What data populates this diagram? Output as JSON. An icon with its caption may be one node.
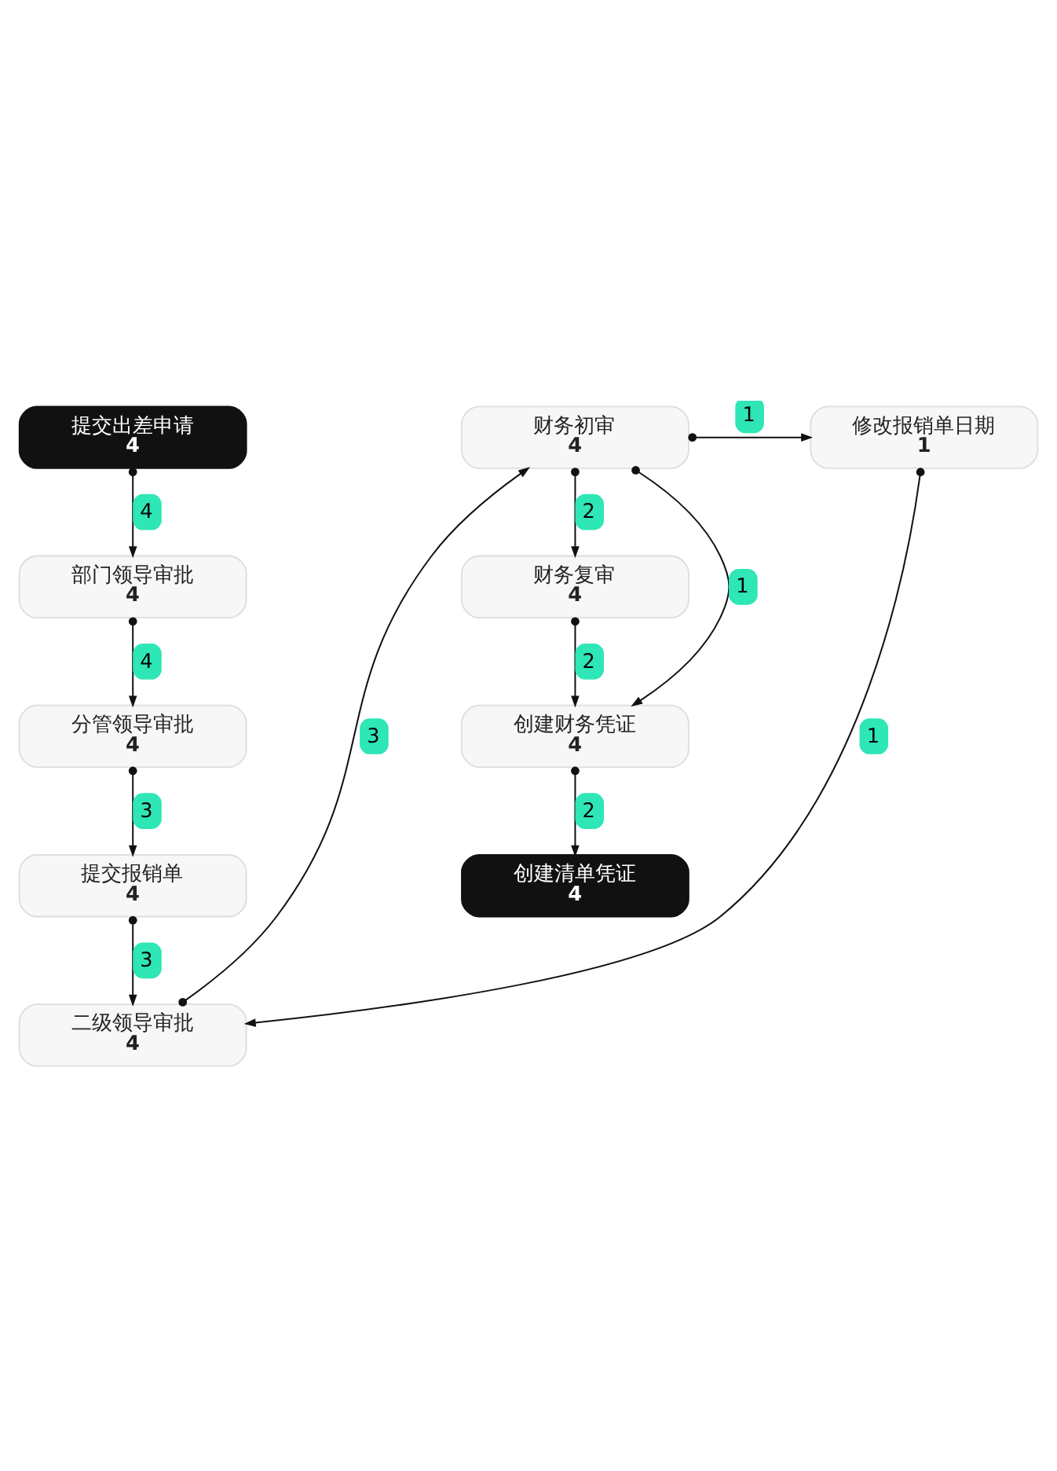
{
  "diagram": {
    "nodes": [
      {
        "text": [
          "提交出差申请",
          "4"
        ]
      },
      {
        "text": [
          "部门领导审批",
          "4"
        ]
      },
      {
        "text": [
          "分管领导审批",
          "4"
        ]
      },
      {
        "text": [
          "提交报销单",
          "4"
        ]
      },
      {
        "text": [
          "二级领导审批",
          "4"
        ]
      },
      {
        "text": [
          "修改报销单日期",
          "1"
        ]
      },
      {
        "text": [
          "财务初审",
          "4"
        ]
      },
      {
        "text": [
          "财务复审",
          "4"
        ]
      },
      {
        "text": [
          "创建财务凭证",
          "4"
        ]
      },
      {
        "text": [
          "创建清单凭证",
          "4"
        ]
      }
    ],
    "edges": [
      {
        "from": 0,
        "to": 1,
        "arrow": "to",
        "label": "4"
      },
      {
        "from": 1,
        "to": 2,
        "arrow": "to",
        "label": "4"
      },
      {
        "from": 2,
        "to": 3,
        "arrow": "to",
        "label": "3"
      },
      {
        "from": 3,
        "to": 4,
        "arrow": "to",
        "label": "3"
      },
      {
        "from": 5,
        "to": 4,
        "arrow": "to",
        "label": "1"
      },
      {
        "from": 4,
        "to": 6,
        "arrow": "to",
        "label": "3"
      },
      {
        "from": 6,
        "to": 5,
        "arrow": "to",
        "label": "1"
      },
      {
        "from": 6,
        "to": 7,
        "arrow": "to",
        "label": "2"
      },
      {
        "from": 6,
        "to": 8,
        "arrow": "to",
        "label": "1"
      },
      {
        "from": 7,
        "to": 8,
        "arrow": "to",
        "label": "2"
      },
      {
        "from": 8,
        "to": 9,
        "arrow": "to",
        "label": "2"
      }
    ]
  }
}
